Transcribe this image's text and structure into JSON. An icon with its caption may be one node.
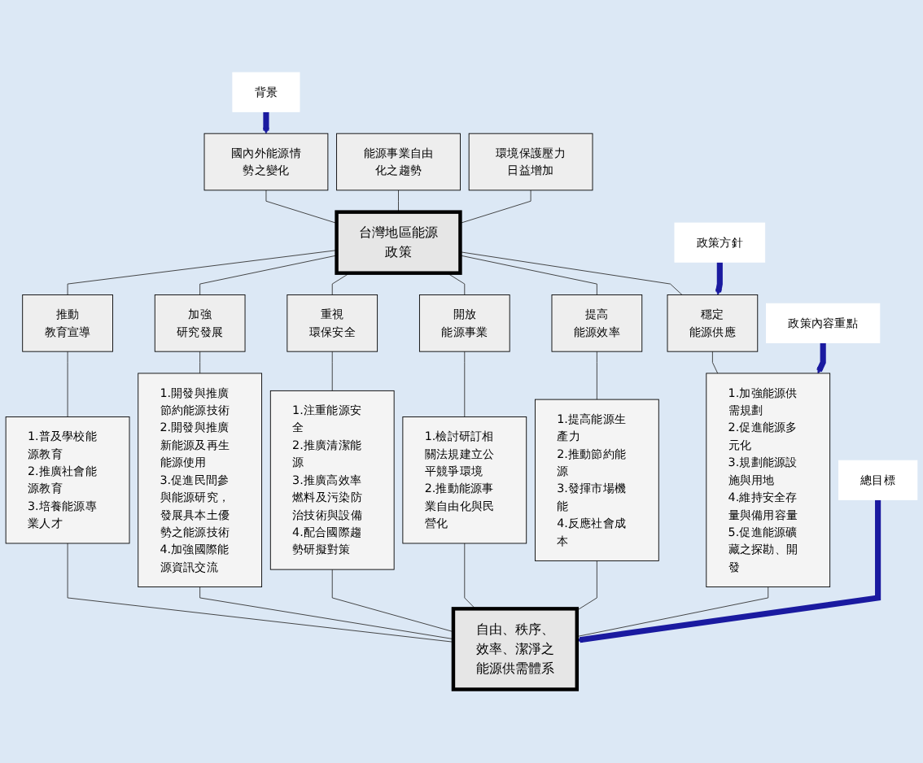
{
  "diagram": {
    "nodes": [
      {
        "text": [
          "背景"
        ]
      },
      {
        "text": [
          "國內外能源情勢之變化"
        ]
      },
      {
        "text": [
          "能源事業自由化之趨勢"
        ]
      },
      {
        "text": [
          "環境保護壓力日益增加"
        ]
      },
      {
        "text": [
          "台灣地區能源政策"
        ]
      },
      {
        "text": [
          "政策方針"
        ]
      },
      {
        "text": [
          "穩定",
          "能源供應"
        ]
      },
      {
        "text": [
          "提高",
          "能源效率"
        ]
      },
      {
        "text": [
          "開放",
          "能源事業"
        ]
      },
      {
        "text": [
          "重視",
          "環保安全"
        ]
      },
      {
        "text": [
          "加強",
          "研究發展"
        ]
      },
      {
        "text": [
          "推動",
          "教育宣導"
        ]
      },
      {
        "text": [
          "政策內容重點"
        ]
      },
      {
        "text": [
          "1.加強能源供需規劃",
          "2.促進能源多元化",
          "3.規劃能源設施與用地",
          "4.維持安全存量與備用容量",
          "5.促進能源礦藏之探勘、開發"
        ]
      },
      {
        "text": [
          "1.提高能源生產力",
          "2.推動節約能源",
          "3.發揮市場機能",
          "4.反應社會成本"
        ]
      },
      {
        "text": [
          "1.檢討研訂相關法規建立公平競爭環境",
          "2.推動能源事業自由化與民營化"
        ]
      },
      {
        "text": [
          "1.注重能源安全",
          "2.推廣清潔能源",
          "3.推廣高效率燃料及污染防治技術與設備",
          "4.配合國際趨勢研擬對策"
        ]
      },
      {
        "text": [
          "1.開發與推廣節約能源技術",
          "2.開發與推廣新能源及再生能源使用",
          "3.促進民間參與能源研究，發展具本土優勢之能源技術",
          "4.加強國際能源資訊交流"
        ]
      },
      {
        "text": [
          "1.普及學校能源教育",
          "2.推廣社會能源教育",
          "3.培養能源專業人才"
        ]
      },
      {
        "text": [
          "總目標"
        ]
      },
      {
        "text": [
          "自由、秩序、效率、潔淨之能源供需體系"
        ]
      }
    ],
    "edges": [
      {
        "from": 0,
        "to": 1,
        "arrow": "to",
        "style": "thick",
        "color": "#1a1aa0"
      },
      {
        "from": 1,
        "to": 4,
        "arrow": "none"
      },
      {
        "from": 2,
        "to": 4,
        "arrow": "none"
      },
      {
        "from": 3,
        "to": 4,
        "arrow": "none"
      },
      {
        "from": 4,
        "to": 6,
        "arrow": "none"
      },
      {
        "from": 4,
        "to": 7,
        "arrow": "none"
      },
      {
        "from": 4,
        "to": 8,
        "arrow": "none"
      },
      {
        "from": 4,
        "to": 9,
        "arrow": "none"
      },
      {
        "from": 4,
        "to": 10,
        "arrow": "none"
      },
      {
        "from": 4,
        "to": 11,
        "arrow": "none"
      },
      {
        "from": 5,
        "to": 6,
        "arrow": "to",
        "style": "thick",
        "color": "#1a1aa0"
      },
      {
        "from": 6,
        "to": 13,
        "arrow": "none"
      },
      {
        "from": 7,
        "to": 14,
        "arrow": "none"
      },
      {
        "from": 8,
        "to": 15,
        "arrow": "none"
      },
      {
        "from": 9,
        "to": 16,
        "arrow": "none"
      },
      {
        "from": 10,
        "to": 17,
        "arrow": "none"
      },
      {
        "from": 11,
        "to": 18,
        "arrow": "none"
      },
      {
        "from": 12,
        "to": 13,
        "arrow": "to",
        "style": "thick",
        "color": "#1a1aa0"
      },
      {
        "from": 13,
        "to": 20,
        "arrow": "none"
      },
      {
        "from": 14,
        "to": 20,
        "arrow": "none"
      },
      {
        "from": 15,
        "to": 20,
        "arrow": "none"
      },
      {
        "from": 16,
        "to": 20,
        "arrow": "none"
      },
      {
        "from": 17,
        "to": 20,
        "arrow": "none"
      },
      {
        "from": 18,
        "to": 20,
        "arrow": "none"
      },
      {
        "from": 19,
        "to": 20,
        "arrow": "to",
        "style": "thick",
        "color": "#1a1aa0"
      }
    ]
  }
}
